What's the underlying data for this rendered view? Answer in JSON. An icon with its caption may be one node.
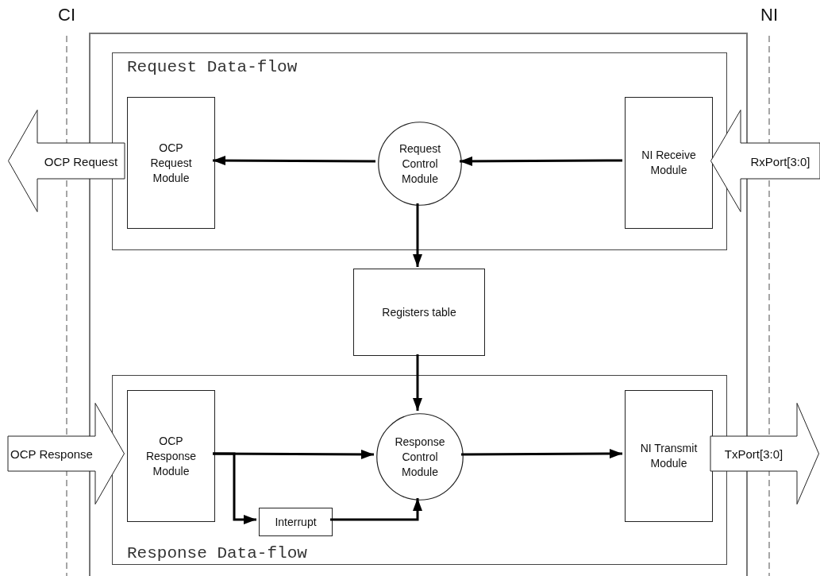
{
  "diagram": {
    "nodes": [
      {
        "text": [],
        "shape": "box"
      },
      {
        "text": [
          "Request Data-flow"
        ],
        "in": 0
      },
      {
        "text": [
          "OCP Request Module"
        ],
        "in": 1
      },
      {
        "text": [
          "Request Control Module"
        ],
        "in": 1
      },
      {
        "text": [
          "NI Receive Module"
        ],
        "in": 1
      },
      {
        "text": [
          "Registers table"
        ],
        "in": 0
      },
      {
        "text": [
          "Response Data-flow"
        ],
        "in": 0
      },
      {
        "text": [
          "OCP Response Module"
        ],
        "in": 6
      },
      {
        "text": [
          "Response Control Module"
        ],
        "in": 6
      },
      {
        "text": [
          "Interrupt"
        ],
        "in": 6
      },
      {
        "text": [
          "NI Transmit Module"
        ],
        "in": 6
      },
      {
        "text": [
          "OCP Request"
        ]
      },
      {
        "text": [
          "RxPort[3:0]"
        ]
      },
      {
        "text": [
          "OCP Response"
        ]
      },
      {
        "text": [
          "TxPort[3:0]"
        ]
      }
    ],
    "edges": [
      {
        "from": 3,
        "to": 2,
        "arrow": "to"
      },
      {
        "from": 4,
        "to": 3,
        "arrow": "to"
      },
      {
        "from": 3,
        "to": 5,
        "arrow": "to"
      },
      {
        "from": 5,
        "to": 8,
        "arrow": "to"
      },
      {
        "from": 7,
        "to": 8,
        "arrow": "to"
      },
      {
        "from": 7,
        "to": 9,
        "arrow": "to"
      },
      {
        "from": 9,
        "to": 8,
        "arrow": "to"
      },
      {
        "from": 8,
        "to": 10,
        "arrow": "to"
      }
    ],
    "labels": [
      "CI",
      "NI"
    ]
  }
}
